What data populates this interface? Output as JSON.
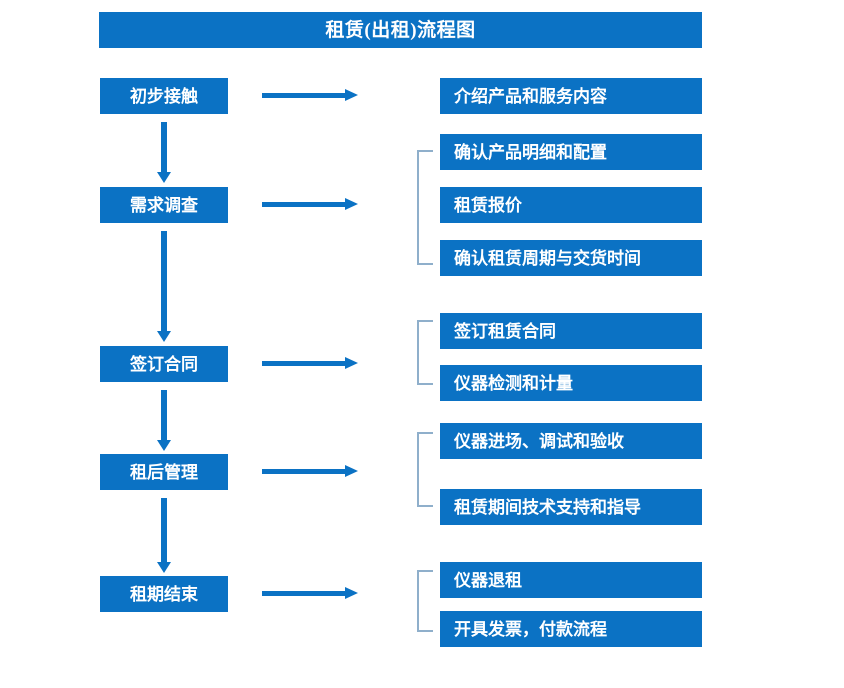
{
  "title": {
    "text": "租赁(出租)流程图"
  },
  "colors": {
    "box_fill": "#0B72C4",
    "box_text": "#FFFFFF",
    "arrow": "#0B72C4",
    "bracket": "#8FAFCB",
    "background": "#FFFFFF"
  },
  "stages": [
    {
      "label": "初步接触"
    },
    {
      "label": "需求调查"
    },
    {
      "label": "签订合同"
    },
    {
      "label": "租后管理"
    },
    {
      "label": "租期结束"
    }
  ],
  "details": [
    {
      "label": "介绍产品和服务内容"
    },
    {
      "label": "确认产品明细和配置"
    },
    {
      "label": "租赁报价"
    },
    {
      "label": "确认租赁周期与交货时间"
    },
    {
      "label": "签订租赁合同"
    },
    {
      "label": "仪器检测和计量"
    },
    {
      "label": "仪器进场、调试和验收"
    },
    {
      "label": "租赁期间技术支持和指导"
    },
    {
      "label": "仪器退租"
    },
    {
      "label": "开具发票，付款流程"
    }
  ],
  "connectors": {
    "horizontal_arrows": 5,
    "vertical_arrows": 4,
    "brackets": 4
  }
}
